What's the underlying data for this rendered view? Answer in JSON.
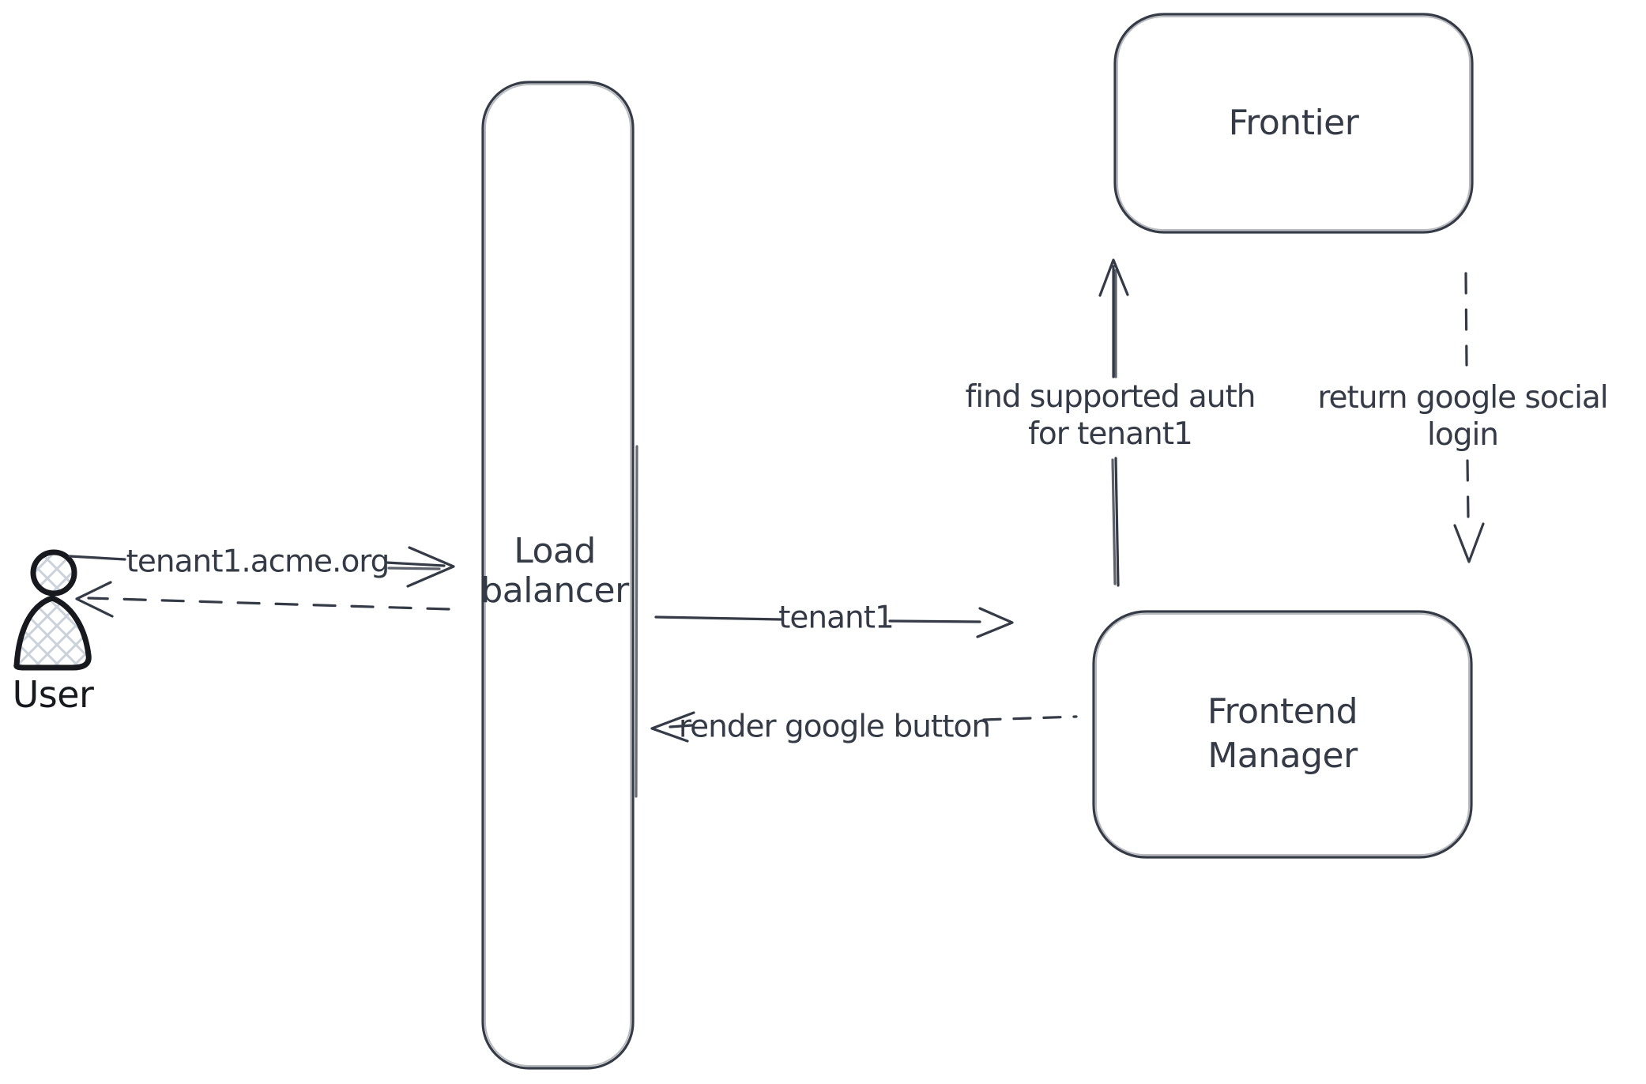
{
  "colors": {
    "background": "#ffffff",
    "stroke": "#343a46",
    "user_outline": "#17191e",
    "user_hatch": "#ccd2db"
  },
  "nodes": {
    "user": {
      "label": "User",
      "type": "actor"
    },
    "load_balancer": {
      "lines": [
        "Load",
        "balancer"
      ]
    },
    "frontier": {
      "label": "Frontier"
    },
    "frontend_manager": {
      "lines": [
        "Frontend",
        "Manager"
      ]
    }
  },
  "edges": {
    "user_to_load_balancer": {
      "label": "tenant1.acme.org",
      "line_style": "solid",
      "arrow": "right"
    },
    "load_balancer_to_user": {
      "label": "",
      "line_style": "dashed",
      "arrow": "left"
    },
    "load_balancer_to_frontend_manager": {
      "label": "tenant1",
      "line_style": "solid",
      "arrow": "right"
    },
    "frontend_manager_to_load_balancer": {
      "label": "render google button",
      "line_style": "dashed",
      "arrow": "left"
    },
    "frontend_manager_to_frontier": {
      "lines": [
        "find supported auth",
        "for tenant1"
      ],
      "line_style": "solid",
      "arrow": "up"
    },
    "frontier_to_frontend_manager": {
      "lines": [
        "return google social",
        "login"
      ],
      "line_style": "dashed",
      "arrow": "down"
    }
  }
}
